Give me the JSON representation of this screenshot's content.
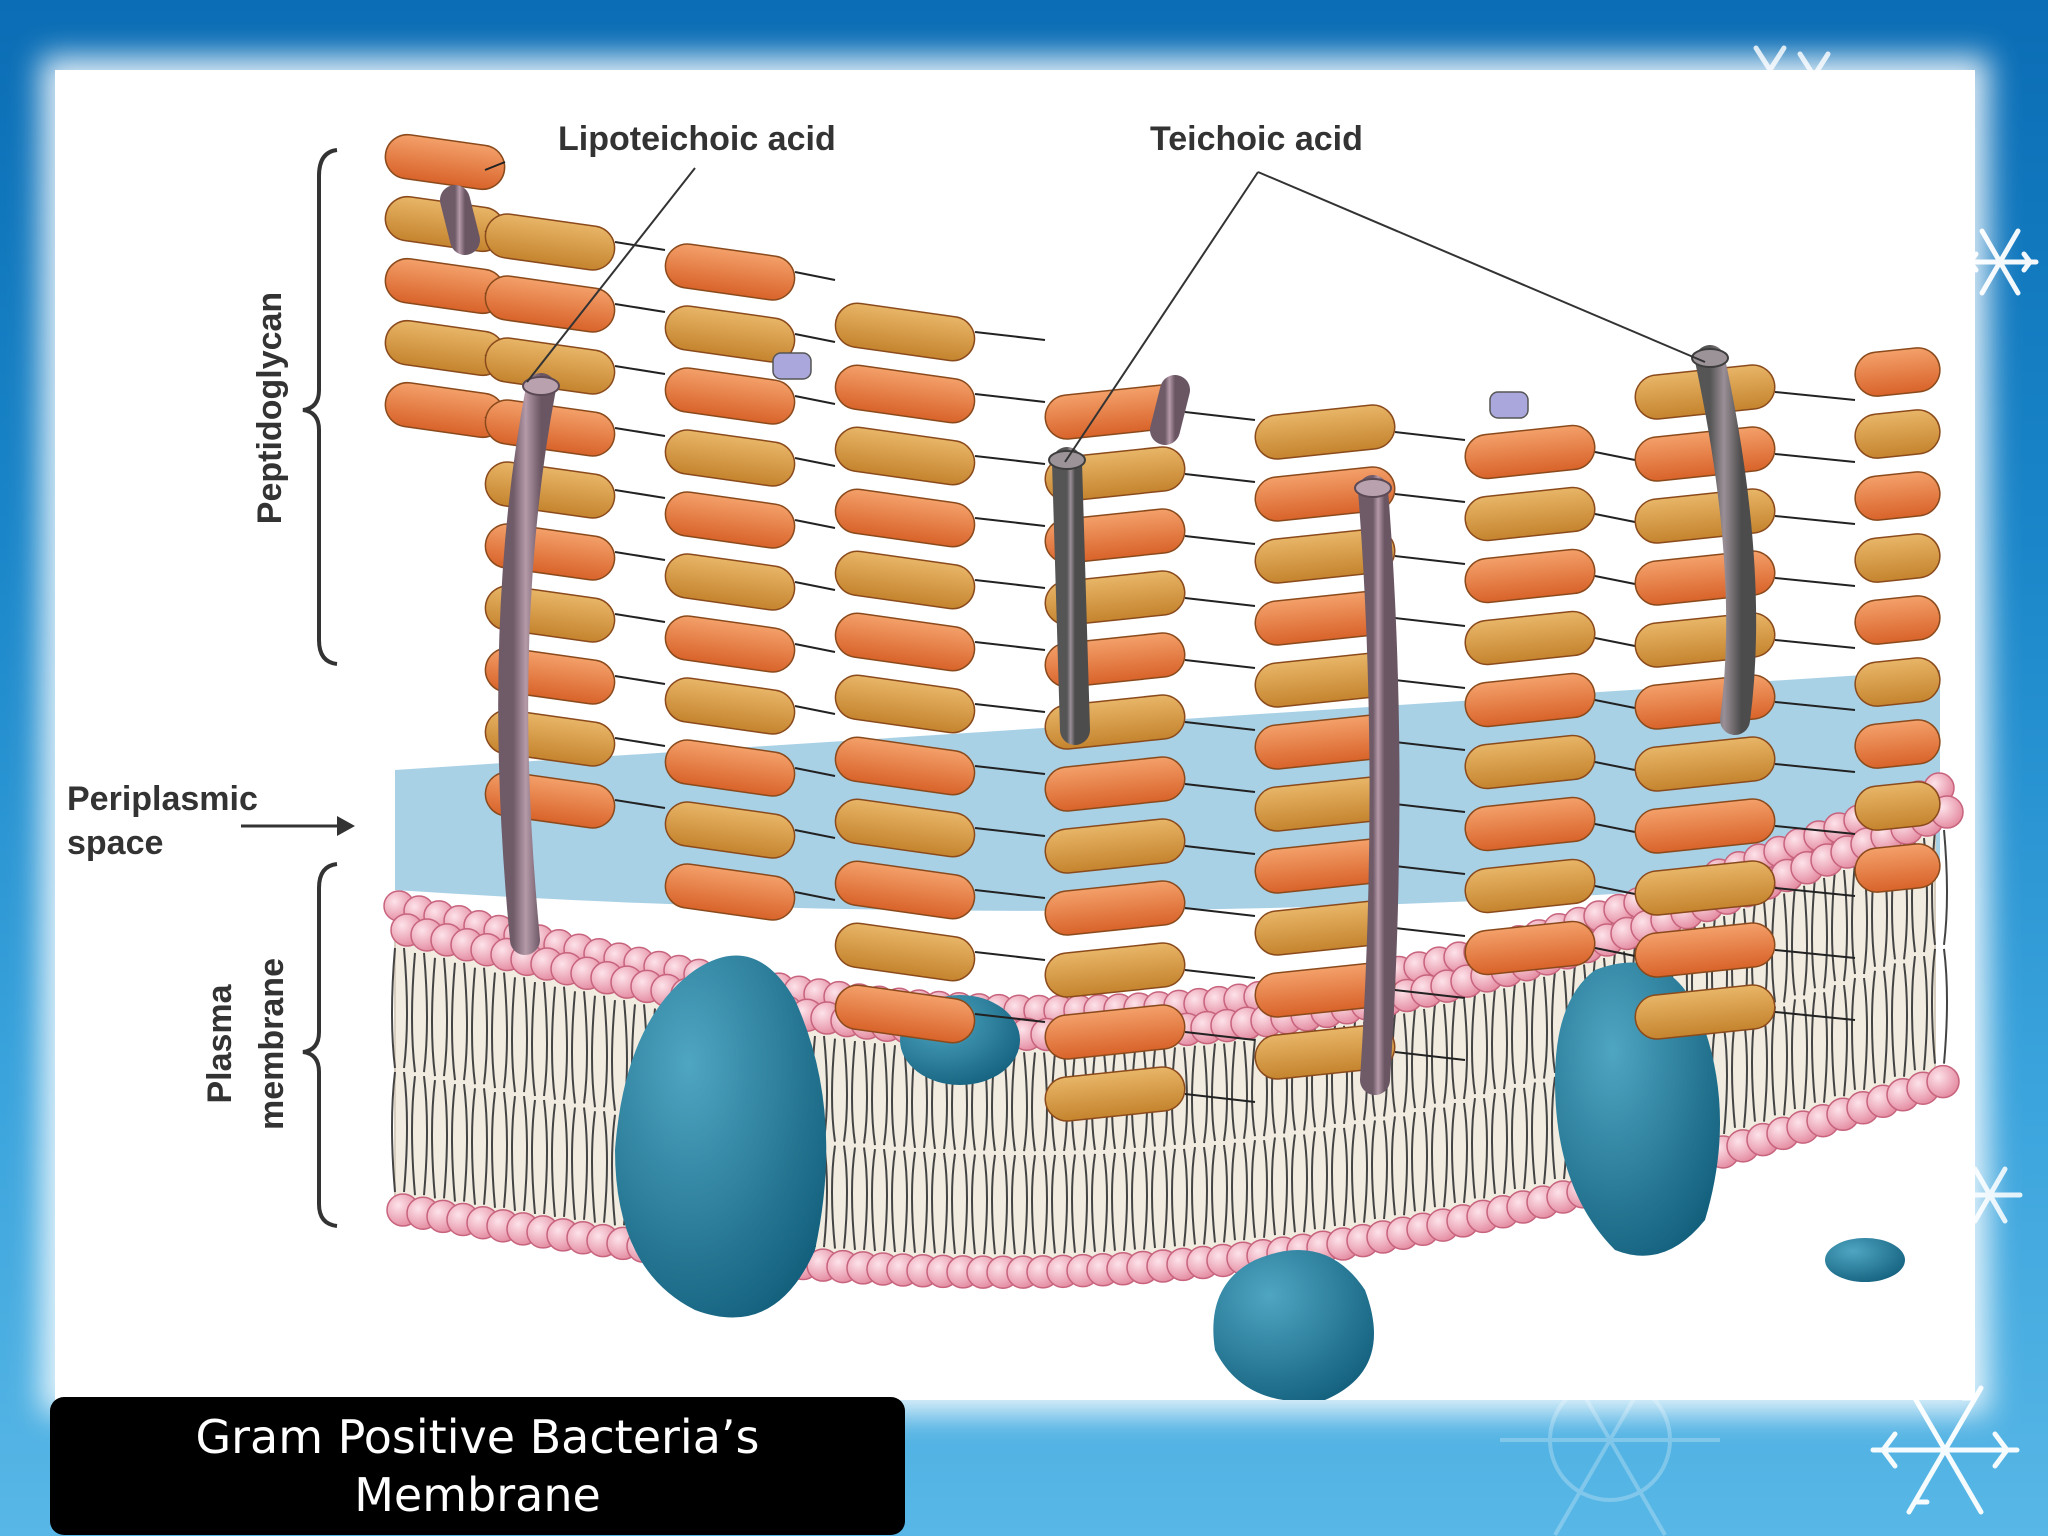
{
  "caption": "Gram Positive Bacteria’s Membrane",
  "labels": {
    "lipoteichoic_acid": "Lipoteichoic acid",
    "teichoic_acid": "Teichoic acid",
    "peptidoglycan": "Peptidoglycan",
    "periplasmic_space_line1": "Periplasmic",
    "periplasmic_space_line2": "space",
    "plasma_membrane_line1": "Plasma",
    "plasma_membrane_line2": "membrane"
  },
  "colors": {
    "background": "#1a86c9",
    "nag_unit": "#e07a3c",
    "nam_unit": "#d69a45",
    "periplasm": "#a9d1e6",
    "lipid_head": "#f2a8b8",
    "membrane_core": "#f1ebe0",
    "protein": "#1f7f9f",
    "teichoic_rod": "#9a8290",
    "lipoteichoic_rod": "#8c7686"
  }
}
